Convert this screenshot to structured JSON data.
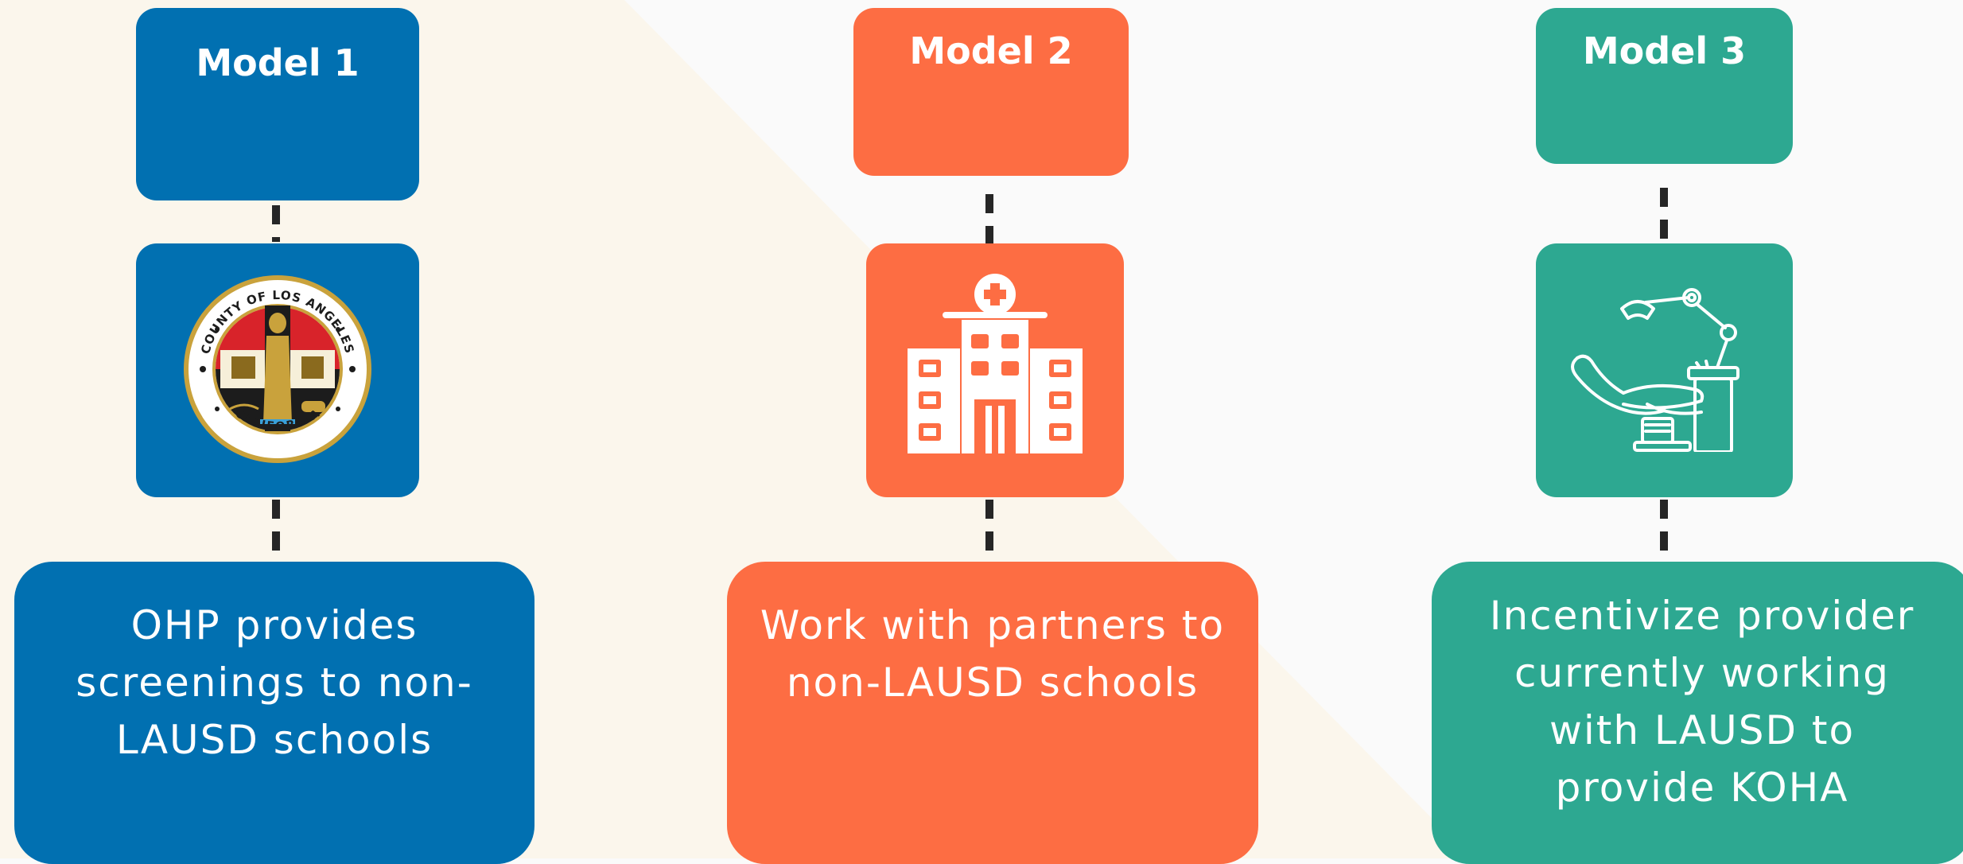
{
  "colors": {
    "blue": "#0170b1",
    "orange": "#fd6d43",
    "teal": "#2da891",
    "cream": "#fbf6ec",
    "background": "#fafafa",
    "connector": "#262626"
  },
  "models": [
    {
      "title": "Model 1",
      "icon": "county-of-los-angeles-seal",
      "seal_text_top": "COUNTY OF LOS ANGELES",
      "seal_text_bottom": "CALIFORNIA",
      "description_lines": [
        "OHP provides",
        "screenings to non-",
        "LAUSD schools"
      ]
    },
    {
      "title": "Model 2",
      "icon": "hospital-building-icon",
      "description_lines": [
        "Work with partners to",
        "non-LAUSD schools"
      ]
    },
    {
      "title": "Model 3",
      "icon": "dental-chair-icon",
      "description_lines": [
        "Incentivize provider",
        "currently working",
        "with LAUSD to",
        "provide KOHA"
      ]
    }
  ]
}
